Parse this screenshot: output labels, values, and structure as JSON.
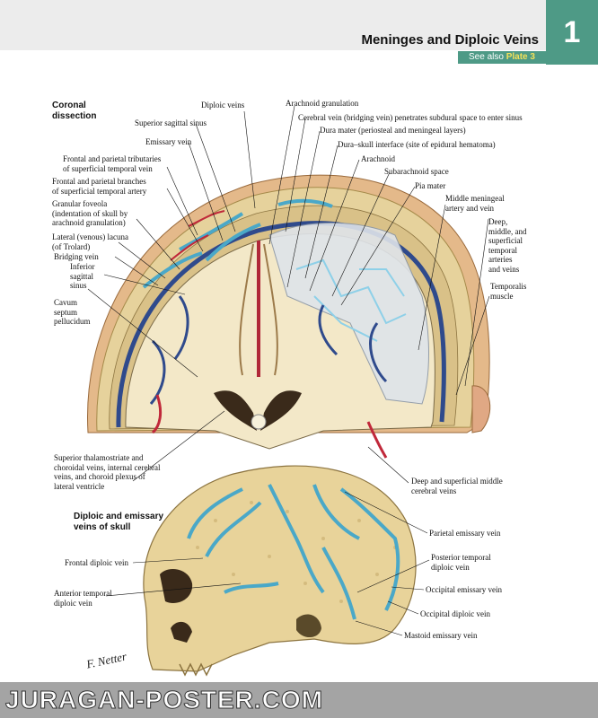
{
  "header": {
    "title": "Meninges and Diploic Veins",
    "page_number": "1",
    "see_also_prefix": "See also",
    "see_also_plate": "Plate 3"
  },
  "coronal": {
    "heading": "Coronal\ndissection",
    "labels": {
      "diploic_veins": "Diploic veins",
      "arachnoid_granulation": "Arachnoid granulation",
      "superior_sagittal_sinus": "Superior sagittal sinus",
      "cerebral_vein": "Cerebral vein (bridging vein) penetrates subdural space to enter sinus",
      "emissary_vein": "Emissary vein",
      "dura_mater": "Dura mater (periosteal and meningeal layers)",
      "dura_skull": "Dura–skull interface (site of epidural hematoma)",
      "frontal_parietal_tributaries": "Frontal and parietal tributaries\nof superficial temporal vein",
      "arachnoid": "Arachnoid",
      "subarachnoid_space": "Subarachnoid space",
      "frontal_parietal_branches": "Frontal and parietal branches\nof superficial temporal artery",
      "pia_mater": "Pia mater",
      "granular_foveola": "Granular foveola\n(indentation of skull by\narachnoid granulation)",
      "middle_meningeal": "Middle meningeal\nartery and vein",
      "lateral_lacuna": "Lateral (venous) lacuna\n(of Trolard)",
      "deep_middle_superficial": "Deep,\nmiddle, and\nsuperficial\ntemporal\narteries\nand veins",
      "bridging_vein": "Bridging vein",
      "inferior_sagittal_sinus": "Inferior\nsagittal\nsinus",
      "temporalis_muscle": "Temporalis\nmuscle",
      "cavum_septum": "Cavum\nseptum\npellucidum",
      "thalamostriate": "Superior thalamostriate and\nchoroidal veins, internal cerebral\nveins, and choroid plexus of\nlateral ventricle",
      "deep_superficial_middle_cerebral": "Deep and superficial middle\ncerebral veins"
    }
  },
  "skull": {
    "heading": "Diploic and emissary\nveins of skull",
    "labels": {
      "parietal_emissary": "Parietal emissary vein",
      "frontal_diploic": "Frontal diploic vein",
      "posterior_temporal_diploic": "Posterior temporal\ndiploic vein",
      "anterior_temporal_diploic": "Anterior temporal\ndiploic vein",
      "occipital_emissary": "Occipital emissary vein",
      "occipital_diploic": "Occipital diploic vein",
      "mastoid_emissary": "Mastoid emissary vein"
    }
  },
  "signature": "F. Netter",
  "watermark": "JURAGAN-POSTER.COM",
  "colors": {
    "accent_green": "#4e9a86",
    "plate_yellow": "#f3e05a",
    "vein_blue": "#4aa8c8",
    "artery_red": "#c0283a",
    "bone": "#e8d39a",
    "brain": "#f2e6c4"
  }
}
